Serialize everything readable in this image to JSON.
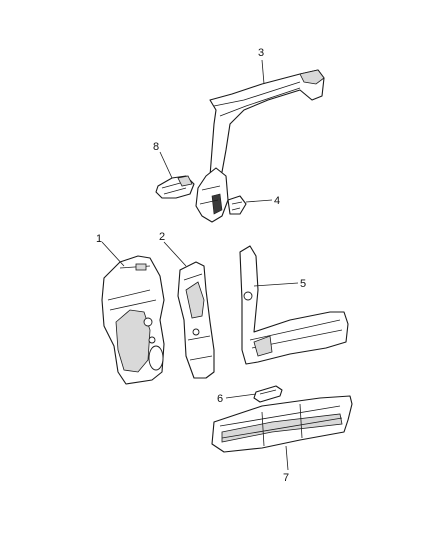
{
  "callouts": [
    {
      "id": "1",
      "label": "1"
    },
    {
      "id": "2",
      "label": "2"
    },
    {
      "id": "3",
      "label": "3"
    },
    {
      "id": "4",
      "label": "4"
    },
    {
      "id": "5",
      "label": "5"
    },
    {
      "id": "6",
      "label": "6"
    },
    {
      "id": "7",
      "label": "7"
    },
    {
      "id": "8",
      "label": "8"
    }
  ],
  "colors": {
    "line": "#1a1a1a",
    "background": "#ffffff",
    "shade": "#d9d9d9"
  }
}
